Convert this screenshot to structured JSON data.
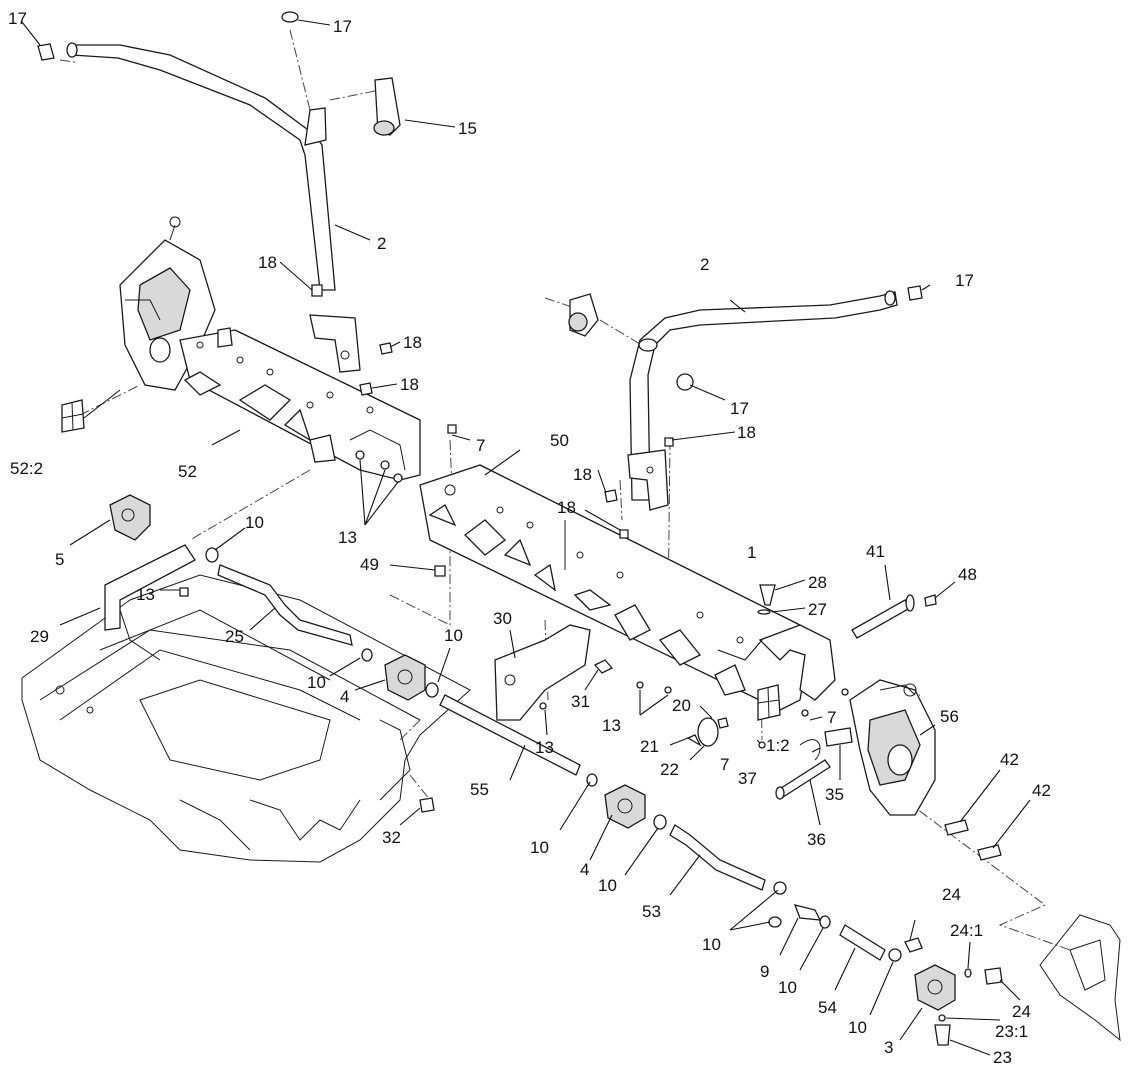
{
  "callouts": {
    "c17a": "17",
    "c17b": "17",
    "c17c": "17",
    "c17d": "17",
    "c15": "15",
    "c2a": "2",
    "c2b": "2",
    "c18a": "18",
    "c18b": "18",
    "c18c": "18",
    "c18d": "18",
    "c18e": "18",
    "c18f": "18",
    "c52_2": "52:2",
    "c52": "52",
    "c7a": "7",
    "c7b": "7",
    "c7c": "7",
    "c50": "50",
    "c13a": "13",
    "c13b": "13",
    "c13c": "13",
    "c13d": "13",
    "c49": "49",
    "c5": "5",
    "c10a": "10",
    "c10b": "10",
    "c10c": "10",
    "c10d": "10",
    "c10e": "10",
    "c10f": "10",
    "c10g": "10",
    "c10h": "10",
    "c29": "29",
    "c25": "25",
    "c4a": "4",
    "c4b": "4",
    "c30": "30",
    "c31": "31",
    "c1": "1",
    "c28": "28",
    "c27": "27",
    "c41": "41",
    "c48": "48",
    "c20": "20",
    "c21": "21",
    "c22": "22",
    "c1_2": "1:2",
    "c37": "37",
    "c35": "35",
    "c36": "36",
    "c56": "56",
    "c42a": "42",
    "c42b": "42",
    "c32": "32",
    "c55": "55",
    "c53": "53",
    "c9": "9",
    "c54": "54",
    "c24a": "24",
    "c24_1": "24:1",
    "c24b": "24",
    "c23_1": "23:1",
    "c3": "3",
    "c23": "23"
  }
}
